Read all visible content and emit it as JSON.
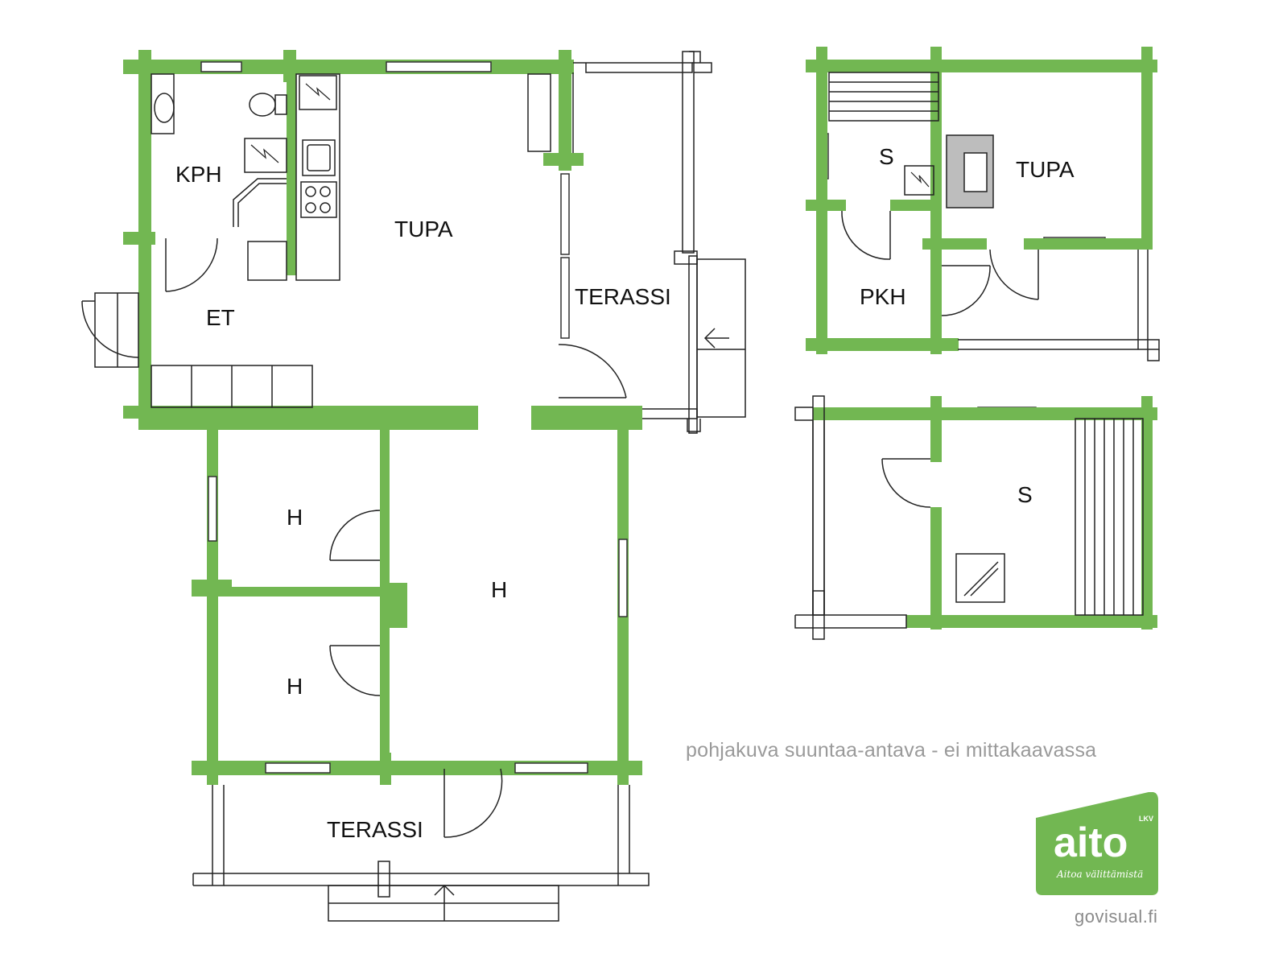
{
  "rooms": {
    "kph": "KPH",
    "tupa_main": "TUPA",
    "terassi_side": "TERASSI",
    "et": "ET",
    "h_top": "H",
    "h_main": "H",
    "h_bottom": "H",
    "terassi_bottom": "TERASSI",
    "s_upper": "S",
    "tupa_sauna": "TUPA",
    "pkh": "PKH",
    "s_lower": "S"
  },
  "disclaimer": "pohjakuva suuntaa-antava - ei mittakaavassa",
  "logo": {
    "brand": "aito",
    "tag": "LKV",
    "slogan": "Aitoa välittämistä"
  },
  "credit": "govisual.fi",
  "colors": {
    "wall": "#72b752",
    "line": "#222222",
    "background": "#ffffff"
  }
}
